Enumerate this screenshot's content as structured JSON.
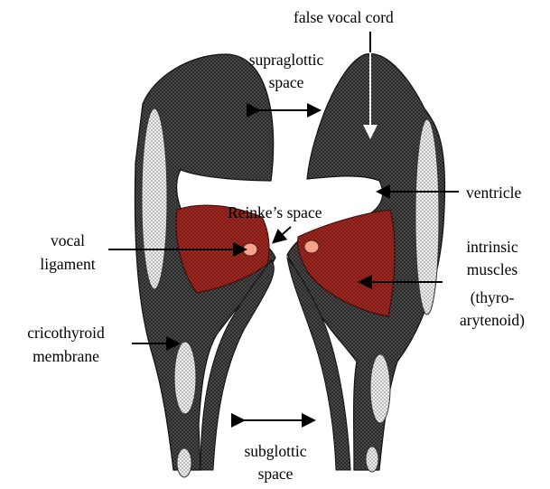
{
  "labels": {
    "false_vocal_cord": "false vocal cord",
    "supraglottic_line1": "supraglottic",
    "supraglottic_line2": "space",
    "ventricle": "ventricle",
    "reinkes_space": "Reinke’s space",
    "vocal_ligament_line1": "vocal",
    "vocal_ligament_line2": "ligament",
    "intrinsic_line1": "intrinsic",
    "intrinsic_line2": "muscles",
    "intrinsic_line3": "(thyro-",
    "intrinsic_line4": "arytenoid)",
    "cricothyroid_line1": "cricothyroid",
    "cricothyroid_line2": "membrane",
    "subglottic_line1": "subglottic",
    "subglottic_line2": "space"
  },
  "colors": {
    "tissue": "#2b2b2b",
    "muscle": "#9b2a22",
    "ligament": "#f4a48a",
    "cartilage": "#e4e4e4",
    "arrow": "#000000"
  }
}
